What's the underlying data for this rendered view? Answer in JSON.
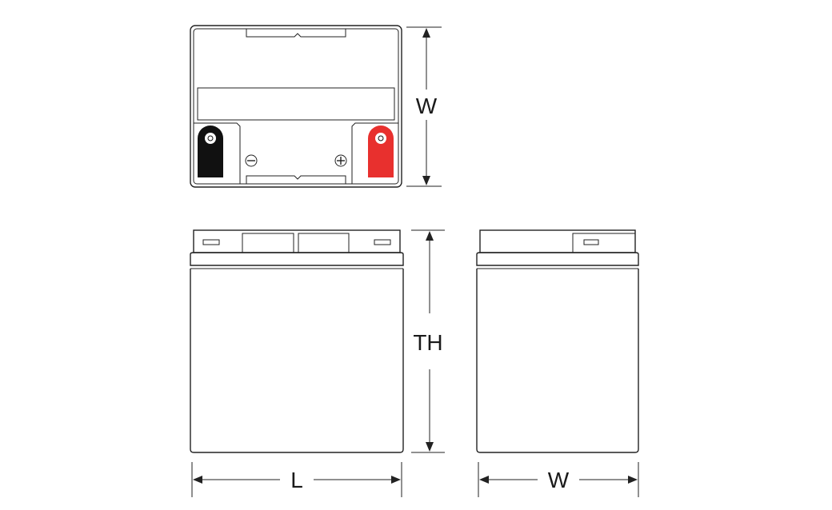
{
  "labels": {
    "top_width": "W",
    "total_height": "TH",
    "length": "L",
    "side_width": "W"
  },
  "colors": {
    "negative_terminal": "#111111",
    "positive_terminal": "#e8302e",
    "outline": "#222222"
  },
  "icons": {
    "negative_polarity": "minus-in-circle",
    "positive_polarity": "plus-in-circle"
  }
}
